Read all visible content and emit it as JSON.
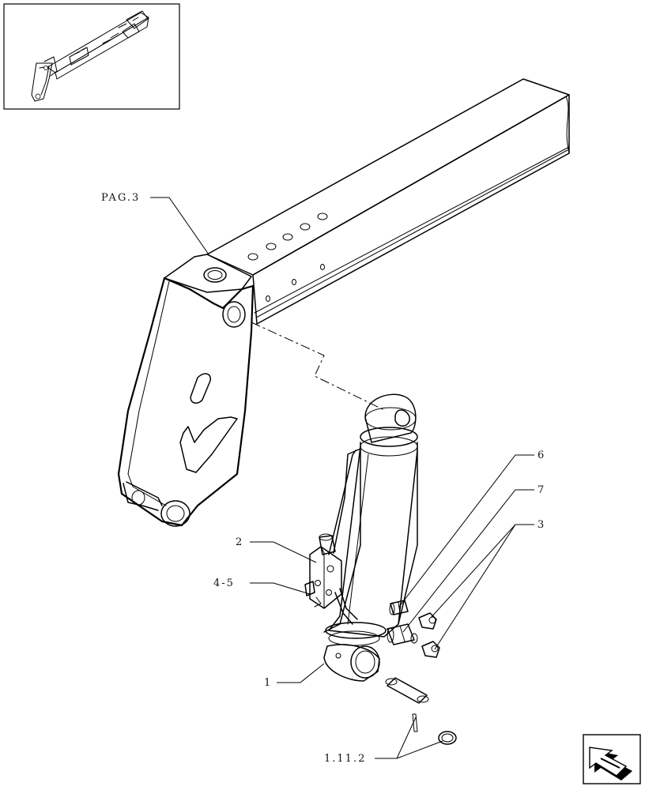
{
  "callouts": {
    "pag3": "PAG.3",
    "item1": "1",
    "item2": "2",
    "item45": "4-5",
    "item6": "6",
    "item7": "7",
    "item3": "3",
    "ref1112": "1.11.2"
  },
  "icons": {
    "thumbnail": "boom-overview-thumbnail-icon",
    "nav": "previous-page-arrow-icon"
  }
}
